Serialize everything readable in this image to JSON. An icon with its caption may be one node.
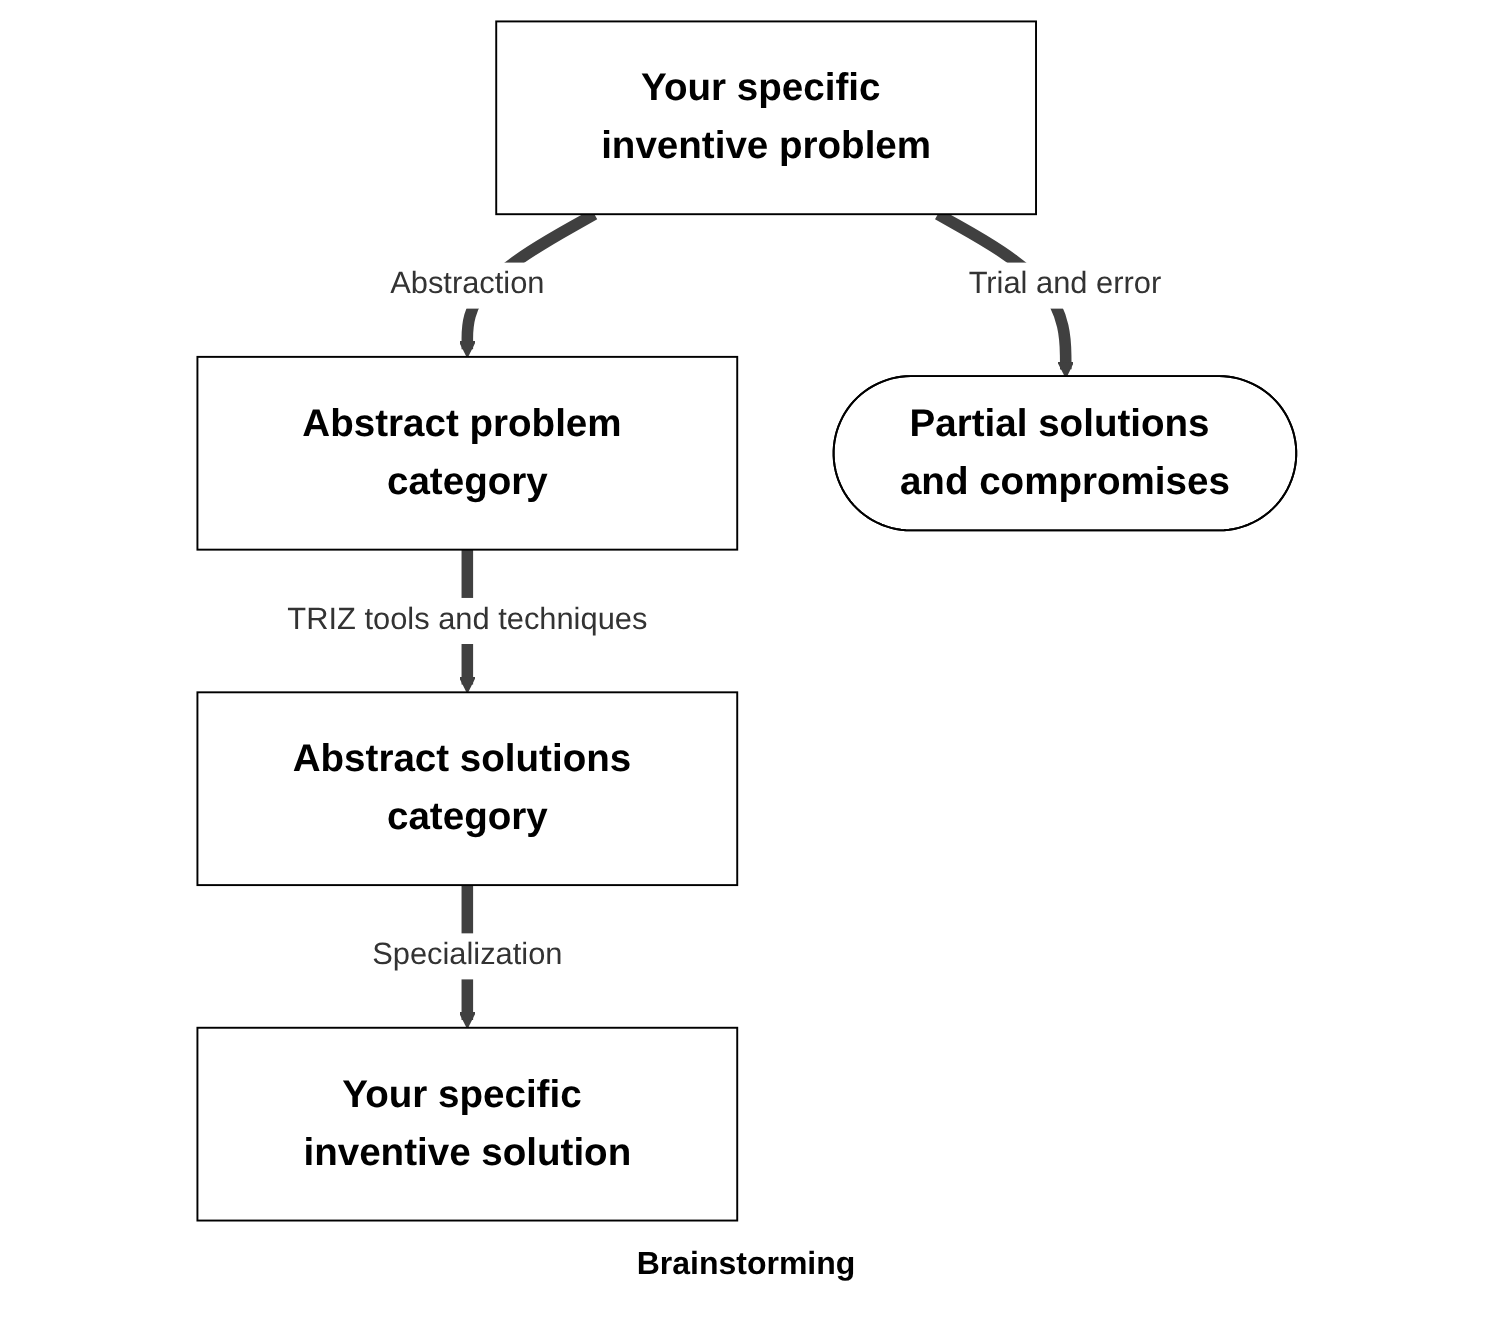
{
  "diagram": {
    "nodes": [
      {
        "text": [
          "Abstract problem category"
        ]
      },
      {
        "text": [
          "Abstract solutions category"
        ]
      },
      {
        "text": [
          "Your specific inventive problem"
        ]
      },
      {
        "text": [
          "Your specific inventive solution"
        ]
      },
      {
        "text": [
          "Partial solutions and compromises"
        ]
      }
    ],
    "edges": [
      {
        "from": 2,
        "to": 0,
        "arrow": "to",
        "label": "Abstraction"
      },
      {
        "from": 0,
        "to": 1,
        "arrow": "to",
        "label": "TRIZ tools and techniques"
      },
      {
        "from": 1,
        "to": 3,
        "arrow": "to",
        "label": "Specialization"
      },
      {
        "from": 2,
        "to": 4,
        "arrow": "to",
        "label": "Trial and error"
      }
    ],
    "labels": [
      "Brainstorming"
    ]
  }
}
